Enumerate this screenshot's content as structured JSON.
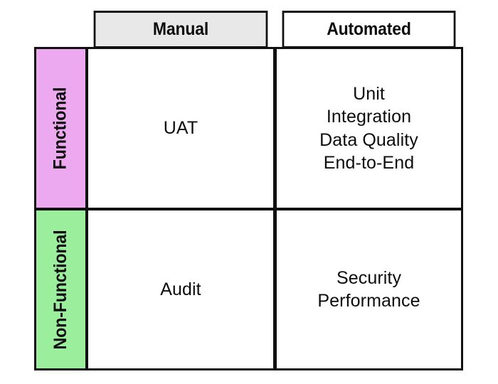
{
  "matrix": {
    "column_headers": [
      {
        "label": "Manual",
        "background": "#e8e8e8"
      },
      {
        "label": "Automated",
        "background": "#ffffff"
      }
    ],
    "row_headers": [
      {
        "label": "Functional",
        "background": "#eda9ef"
      },
      {
        "label": "Non-Functional",
        "background": "#9bee9b"
      }
    ],
    "cells": {
      "functional_manual": "UAT",
      "functional_automated": {
        "line1": "Unit",
        "line2": "Integration",
        "line3": "Data Quality",
        "line4": "End-to-End"
      },
      "nonfunctional_manual": "Audit",
      "nonfunctional_automated": {
        "line1": "Security",
        "line2": "Performance"
      }
    },
    "colors": {
      "border": "#111111",
      "text": "#0d0d0d",
      "header_fill": "#e8e8e8",
      "functional_fill": "#eda9ef",
      "nonfunctional_fill": "#9bee9b",
      "cell_fill": "#ffffff"
    }
  }
}
